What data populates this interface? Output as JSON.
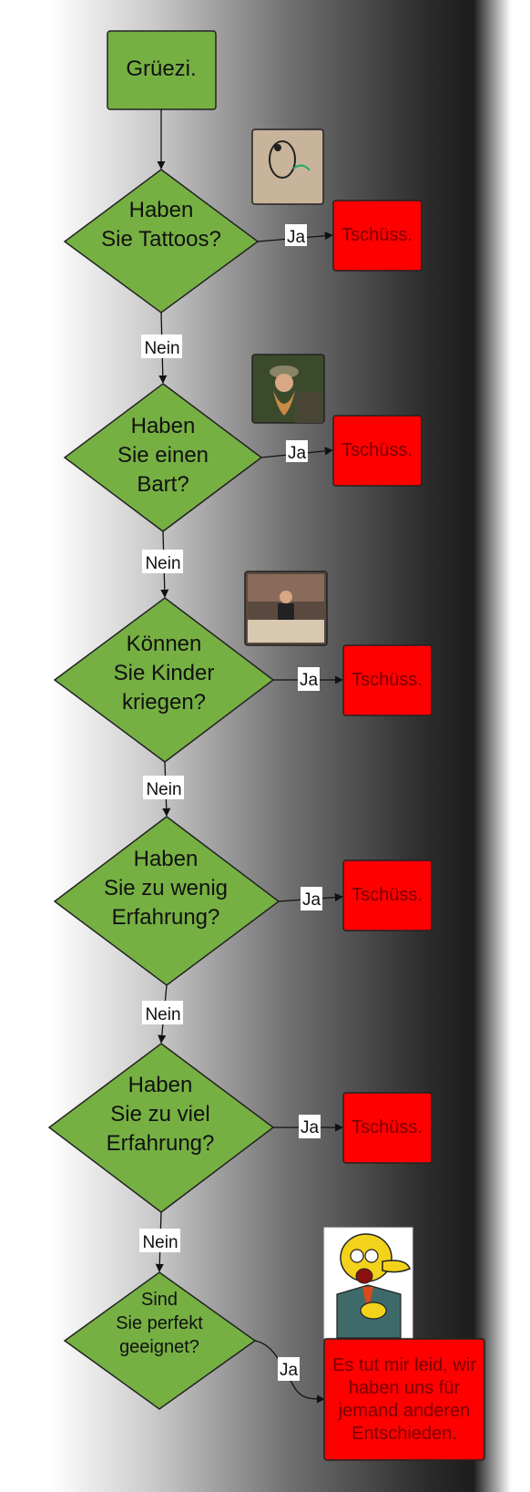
{
  "start": {
    "text": "Grüezi."
  },
  "questions": [
    {
      "lines": [
        "Haben",
        "Sie Tattoos?"
      ],
      "yes": "Ja",
      "no": "Nein",
      "outcome": "Tschüss.",
      "photo": "tattoo-photo"
    },
    {
      "lines": [
        "Haben",
        "Sie einen",
        "Bart?"
      ],
      "yes": "Ja",
      "no": "Nein",
      "outcome": "Tschüss.",
      "photo": "beard-photo"
    },
    {
      "lines": [
        "Können",
        "Sie Kinder",
        "kriegen?"
      ],
      "yes": "Ja",
      "no": "Nein",
      "outcome": "Tschüss.",
      "photo": "children-photo"
    },
    {
      "lines": [
        "Haben",
        "Sie zu wenig",
        "Erfahrung?"
      ],
      "yes": "Ja",
      "no": "Nein",
      "outcome": "Tschüss."
    },
    {
      "lines": [
        "Haben",
        "Sie zu viel",
        "Erfahrung?"
      ],
      "yes": "Ja",
      "no": "Nein",
      "outcome": "Tschüss."
    },
    {
      "lines": [
        "Sind",
        "Sie perfekt",
        "geeignet?"
      ],
      "yes": "Ja",
      "outcome_lines": [
        "Es tut mir leid, wir",
        "haben uns für",
        "jemand anderen",
        "Entschieden."
      ],
      "photo": "cartoon-boss-image"
    }
  ],
  "colors": {
    "green": "#76b043",
    "red": "#ff0000",
    "dark_red_text": "#7a0000"
  }
}
